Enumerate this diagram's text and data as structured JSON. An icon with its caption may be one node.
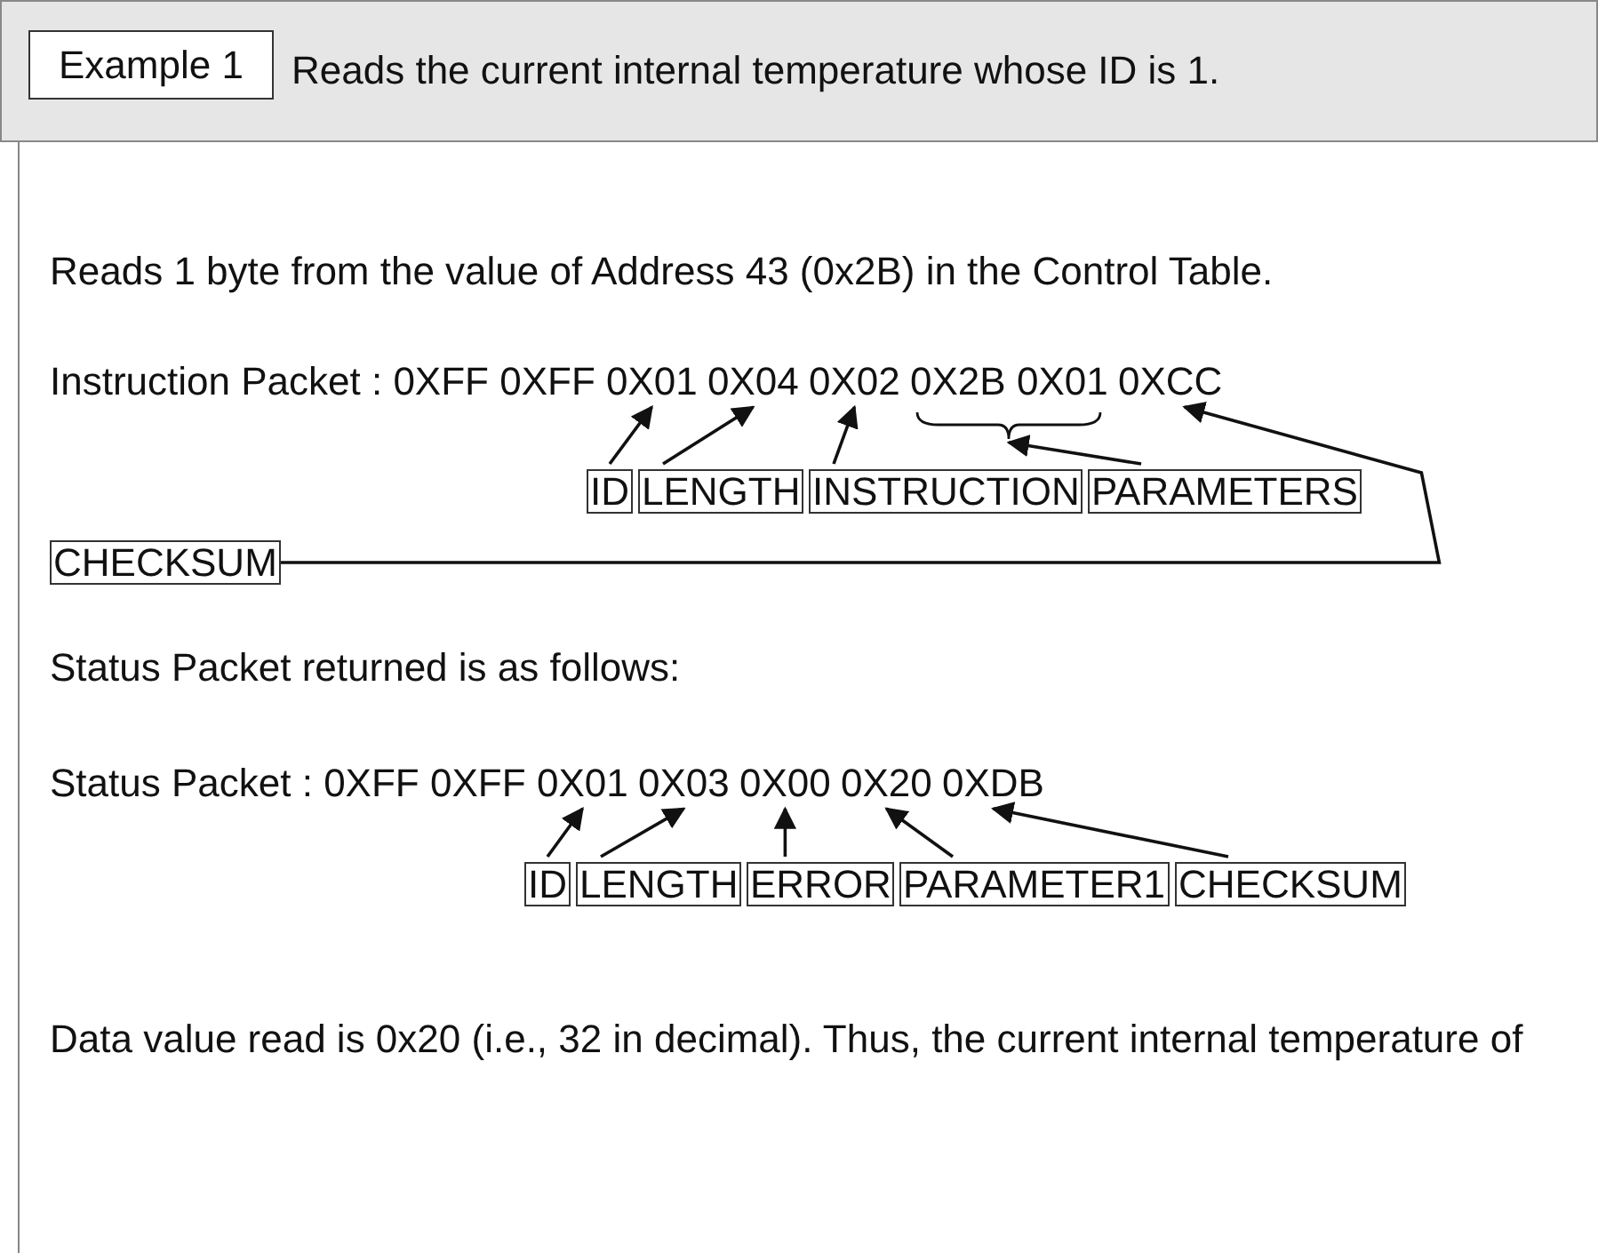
{
  "diagram": {
    "nodes": [
      {
        "text": [
          "Example 1"
        ]
      },
      {
        "text": [
          "0X01"
        ]
      },
      {
        "text": [
          "0X04"
        ]
      },
      {
        "text": [
          "0X02"
        ]
      },
      {
        "text": [
          "0X2B"
        ]
      },
      {
        "text": [
          "0X01"
        ]
      },
      {
        "text": [
          "0XCC"
        ]
      },
      {
        "text": [],
        "shape": "brace"
      },
      {
        "text": [
          "ID"
        ]
      },
      {
        "text": [
          "LENGTH"
        ]
      },
      {
        "text": [
          "INSTRUCTION"
        ]
      },
      {
        "text": [
          "PARAMETERS"
        ]
      },
      {
        "text": [
          "CHECKSUM"
        ]
      },
      {
        "text": [
          "0X01"
        ]
      },
      {
        "text": [
          "0X03"
        ]
      },
      {
        "text": [
          "0X00"
        ]
      },
      {
        "text": [
          "0X20"
        ]
      },
      {
        "text": [
          "0XDB"
        ]
      },
      {
        "text": [
          "ID"
        ]
      },
      {
        "text": [
          "LENGTH"
        ]
      },
      {
        "text": [
          "ERROR"
        ]
      },
      {
        "text": [
          "PARAMETER1"
        ]
      },
      {
        "text": [
          "CHECKSUM"
        ]
      }
    ],
    "edges": [
      {
        "from": 8,
        "to": 1,
        "arrow": "to"
      },
      {
        "from": 9,
        "to": 2,
        "arrow": "to"
      },
      {
        "from": 10,
        "to": 3,
        "arrow": "to"
      },
      {
        "from": 11,
        "to": 7,
        "arrow": "to"
      },
      {
        "from": 12,
        "to": 6,
        "arrow": "to"
      },
      {
        "from": 18,
        "to": 13,
        "arrow": "to"
      },
      {
        "from": 19,
        "to": 14,
        "arrow": "to"
      },
      {
        "from": 20,
        "to": 15,
        "arrow": "to"
      },
      {
        "from": 21,
        "to": 16,
        "arrow": "to"
      },
      {
        "from": 22,
        "to": 17,
        "arrow": "to"
      }
    ],
    "labels": [
      "Reads the current internal temperature whose ID is 1.",
      "Reads 1 byte from the value of Address 43 (0x2B) in the Control Table.",
      "Instruction Packet : 0XFF 0XFF",
      "Status Packet returned is as follows:",
      "Status Packet : 0XFF 0XFF",
      "Data value read is 0x20 (i.e., 32 in decimal). Thus, the current internal temperature of"
    ]
  }
}
